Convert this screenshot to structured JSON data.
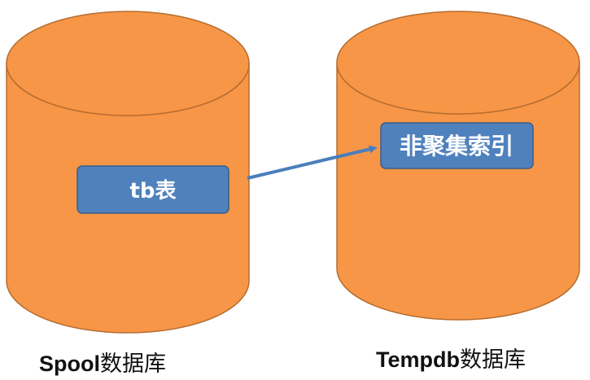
{
  "diagram": {
    "colors": {
      "cylinder_fill": "#F79646",
      "cylinder_stroke": "#B66D31",
      "box_fill": "#4F81BD",
      "box_stroke": "#385D8A",
      "arrow": "#4A7EBB",
      "label_text": "#FFFFFF",
      "caption_text": "#111111"
    },
    "databases": [
      {
        "caption_prefix": "Spool",
        "caption_suffix": "数据库",
        "box_label": "tb表"
      },
      {
        "caption_prefix": "Tempdb",
        "caption_suffix": "数据库",
        "box_label": "非聚集索引"
      }
    ],
    "connector": {
      "from": "tb表",
      "to": "非聚集索引"
    }
  }
}
